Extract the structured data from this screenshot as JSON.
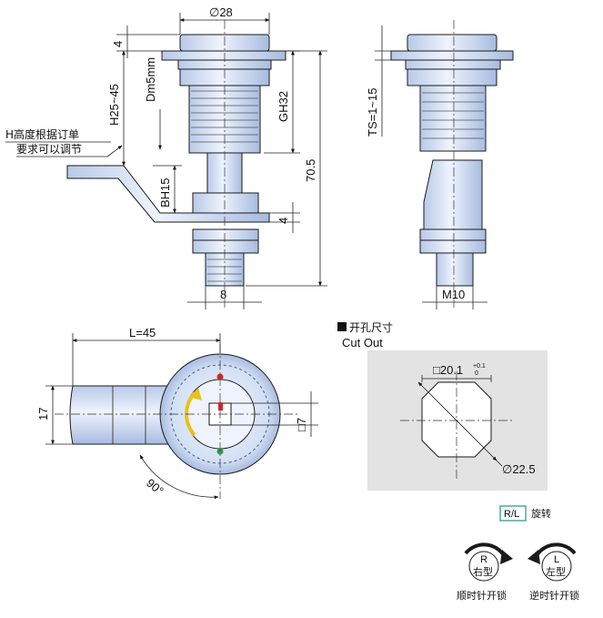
{
  "dimensions": {
    "d28": "∅28",
    "cap_h": "4",
    "h_range": "H25~45",
    "dm": "Dm5mm",
    "gh": "GH32",
    "total": "70.5",
    "bh": "BH15",
    "cam_thk": "4",
    "thread_w": "8",
    "ts": "TS=1~15",
    "m10": "M10",
    "l45": "L=45",
    "h17": "17",
    "sq7": "□7",
    "angle": "90°"
  },
  "notes": {
    "h_adjust_line1": "H高度根据订单",
    "h_adjust_line2": "要求可以调节"
  },
  "cutout": {
    "title_cn": "开孔尺寸",
    "title_en": "Cut Out",
    "square_label": "□20.1",
    "tol_upper": "+0.1",
    "tol_lower": "0",
    "diameter_label": "∅22.5"
  },
  "rotation": {
    "rl_badge": "R/L",
    "rl_text": "旋转",
    "right_letter": "R",
    "right_type": "右型",
    "right_desc": "顺时针开锁",
    "left_letter": "L",
    "left_type": "左型",
    "left_desc": "逆时针开锁"
  },
  "colors": {
    "metal_light": "#e6eefc",
    "metal_dark": "#9fb4da",
    "cutout_bg": "#e3e3e3",
    "badge_border": "#1a9a7a",
    "dot_red": "#d4282c",
    "dot_green": "#2e9e4a",
    "arrow_yellow": "#e8c21a"
  }
}
